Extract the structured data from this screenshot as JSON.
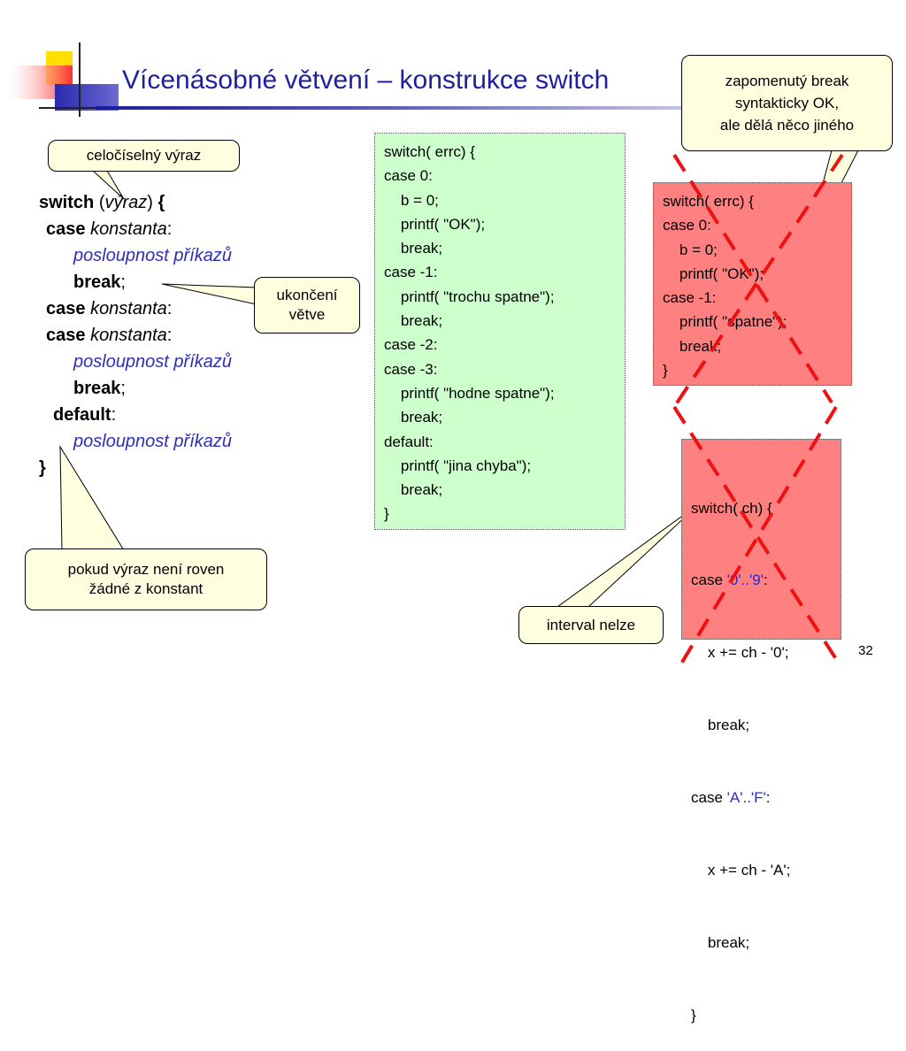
{
  "slide": {
    "title": "Vícenásobné větvení – konstrukce switch",
    "page_number": "32"
  },
  "callouts": {
    "expression": "celočíselný výraz",
    "end_branch": [
      "ukončení",
      "větve"
    ],
    "no_match": [
      "pokud výraz není roven",
      "žádné z konstant"
    ],
    "forgotten_break": [
      "zapomenutý break",
      "syntakticky OK,",
      "ale dělá něco jiného"
    ],
    "interval": "interval nelze"
  },
  "syntax": {
    "switch_kw": "switch",
    "open_paren": "(",
    "expr": "výraz",
    "close_paren": ")",
    "open_brace": "{",
    "case_kw": "case",
    "konstanta": "konstanta",
    "colon": ":",
    "statements": "posloupnost příkazů",
    "break_kw": "break",
    "semicolon": ";",
    "default_kw": "default",
    "close_brace": "}"
  },
  "code_main": [
    "switch( errc) {",
    "case 0:",
    "    b = 0;",
    "    printf( \"OK\");",
    "    break;",
    "case -1:",
    "    printf( \"trochu spatne\");",
    "    break;",
    "case -2:",
    "case -3:",
    "    printf( \"hodne spatne\");",
    "    break;",
    "default:",
    "    printf( \"jina chyba\");",
    "    break;",
    "}"
  ],
  "code_wrong_break": [
    "switch( errc) {",
    "case 0:",
    "    b = 0;",
    "    printf( \"OK\");",
    "case -1:",
    "    printf( \"spatne\");",
    "    break;",
    "}"
  ],
  "code_wrong_interval": {
    "l1": "switch( ch) {",
    "l2_case": "case ",
    "l2_range": "'0'..'9'",
    "l2_colon": ":",
    "l3": "    x += ch - '0';",
    "l4": "    break;",
    "l5_case": "case ",
    "l5_range": "'A'..'F'",
    "l5_colon": ":",
    "l6": "    x += ch - 'A';",
    "l7": "    break;",
    "l8": "}"
  },
  "colors": {
    "title": "#1f1f9e",
    "callout_fill": "#ffffe0",
    "code_ok_fill": "#ccffcc",
    "code_wrong_fill": "#ff8080",
    "cross": "#ee1111",
    "statement_text": "#2e2eb8"
  }
}
